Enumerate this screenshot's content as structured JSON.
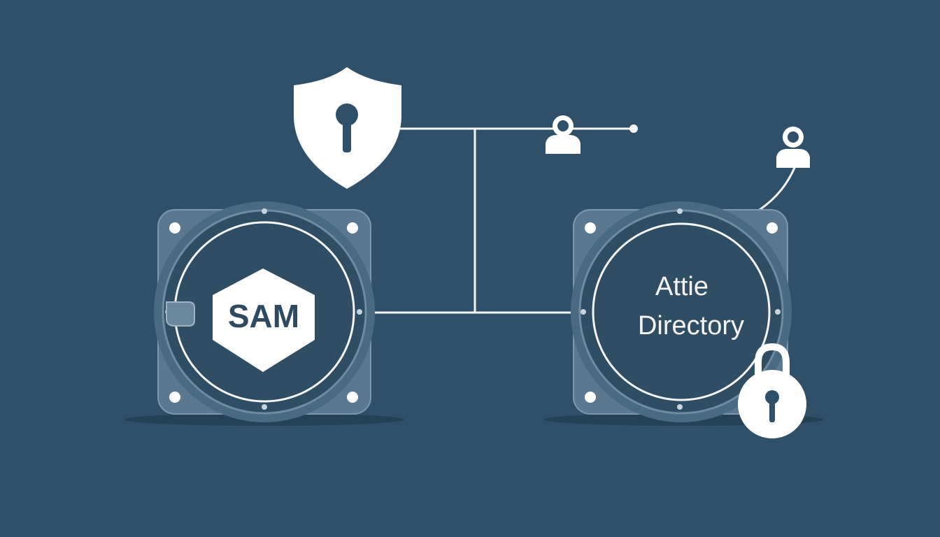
{
  "colors": {
    "background": "#2f5068",
    "line": "#f4f6f7",
    "vault_body": "#5a7990",
    "vault_face": "#2f4e64",
    "icon_fill": "#ffffff",
    "text_dark": "#2d4a60"
  },
  "nodes": {
    "sam": {
      "label": "SAM"
    },
    "directory": {
      "line1": "Attie",
      "line2": "Directory"
    }
  },
  "icons": {
    "shield": "shield-keyhole-icon",
    "user_top": "user-icon",
    "user_right": "user-icon",
    "padlock": "padlock-icon"
  }
}
